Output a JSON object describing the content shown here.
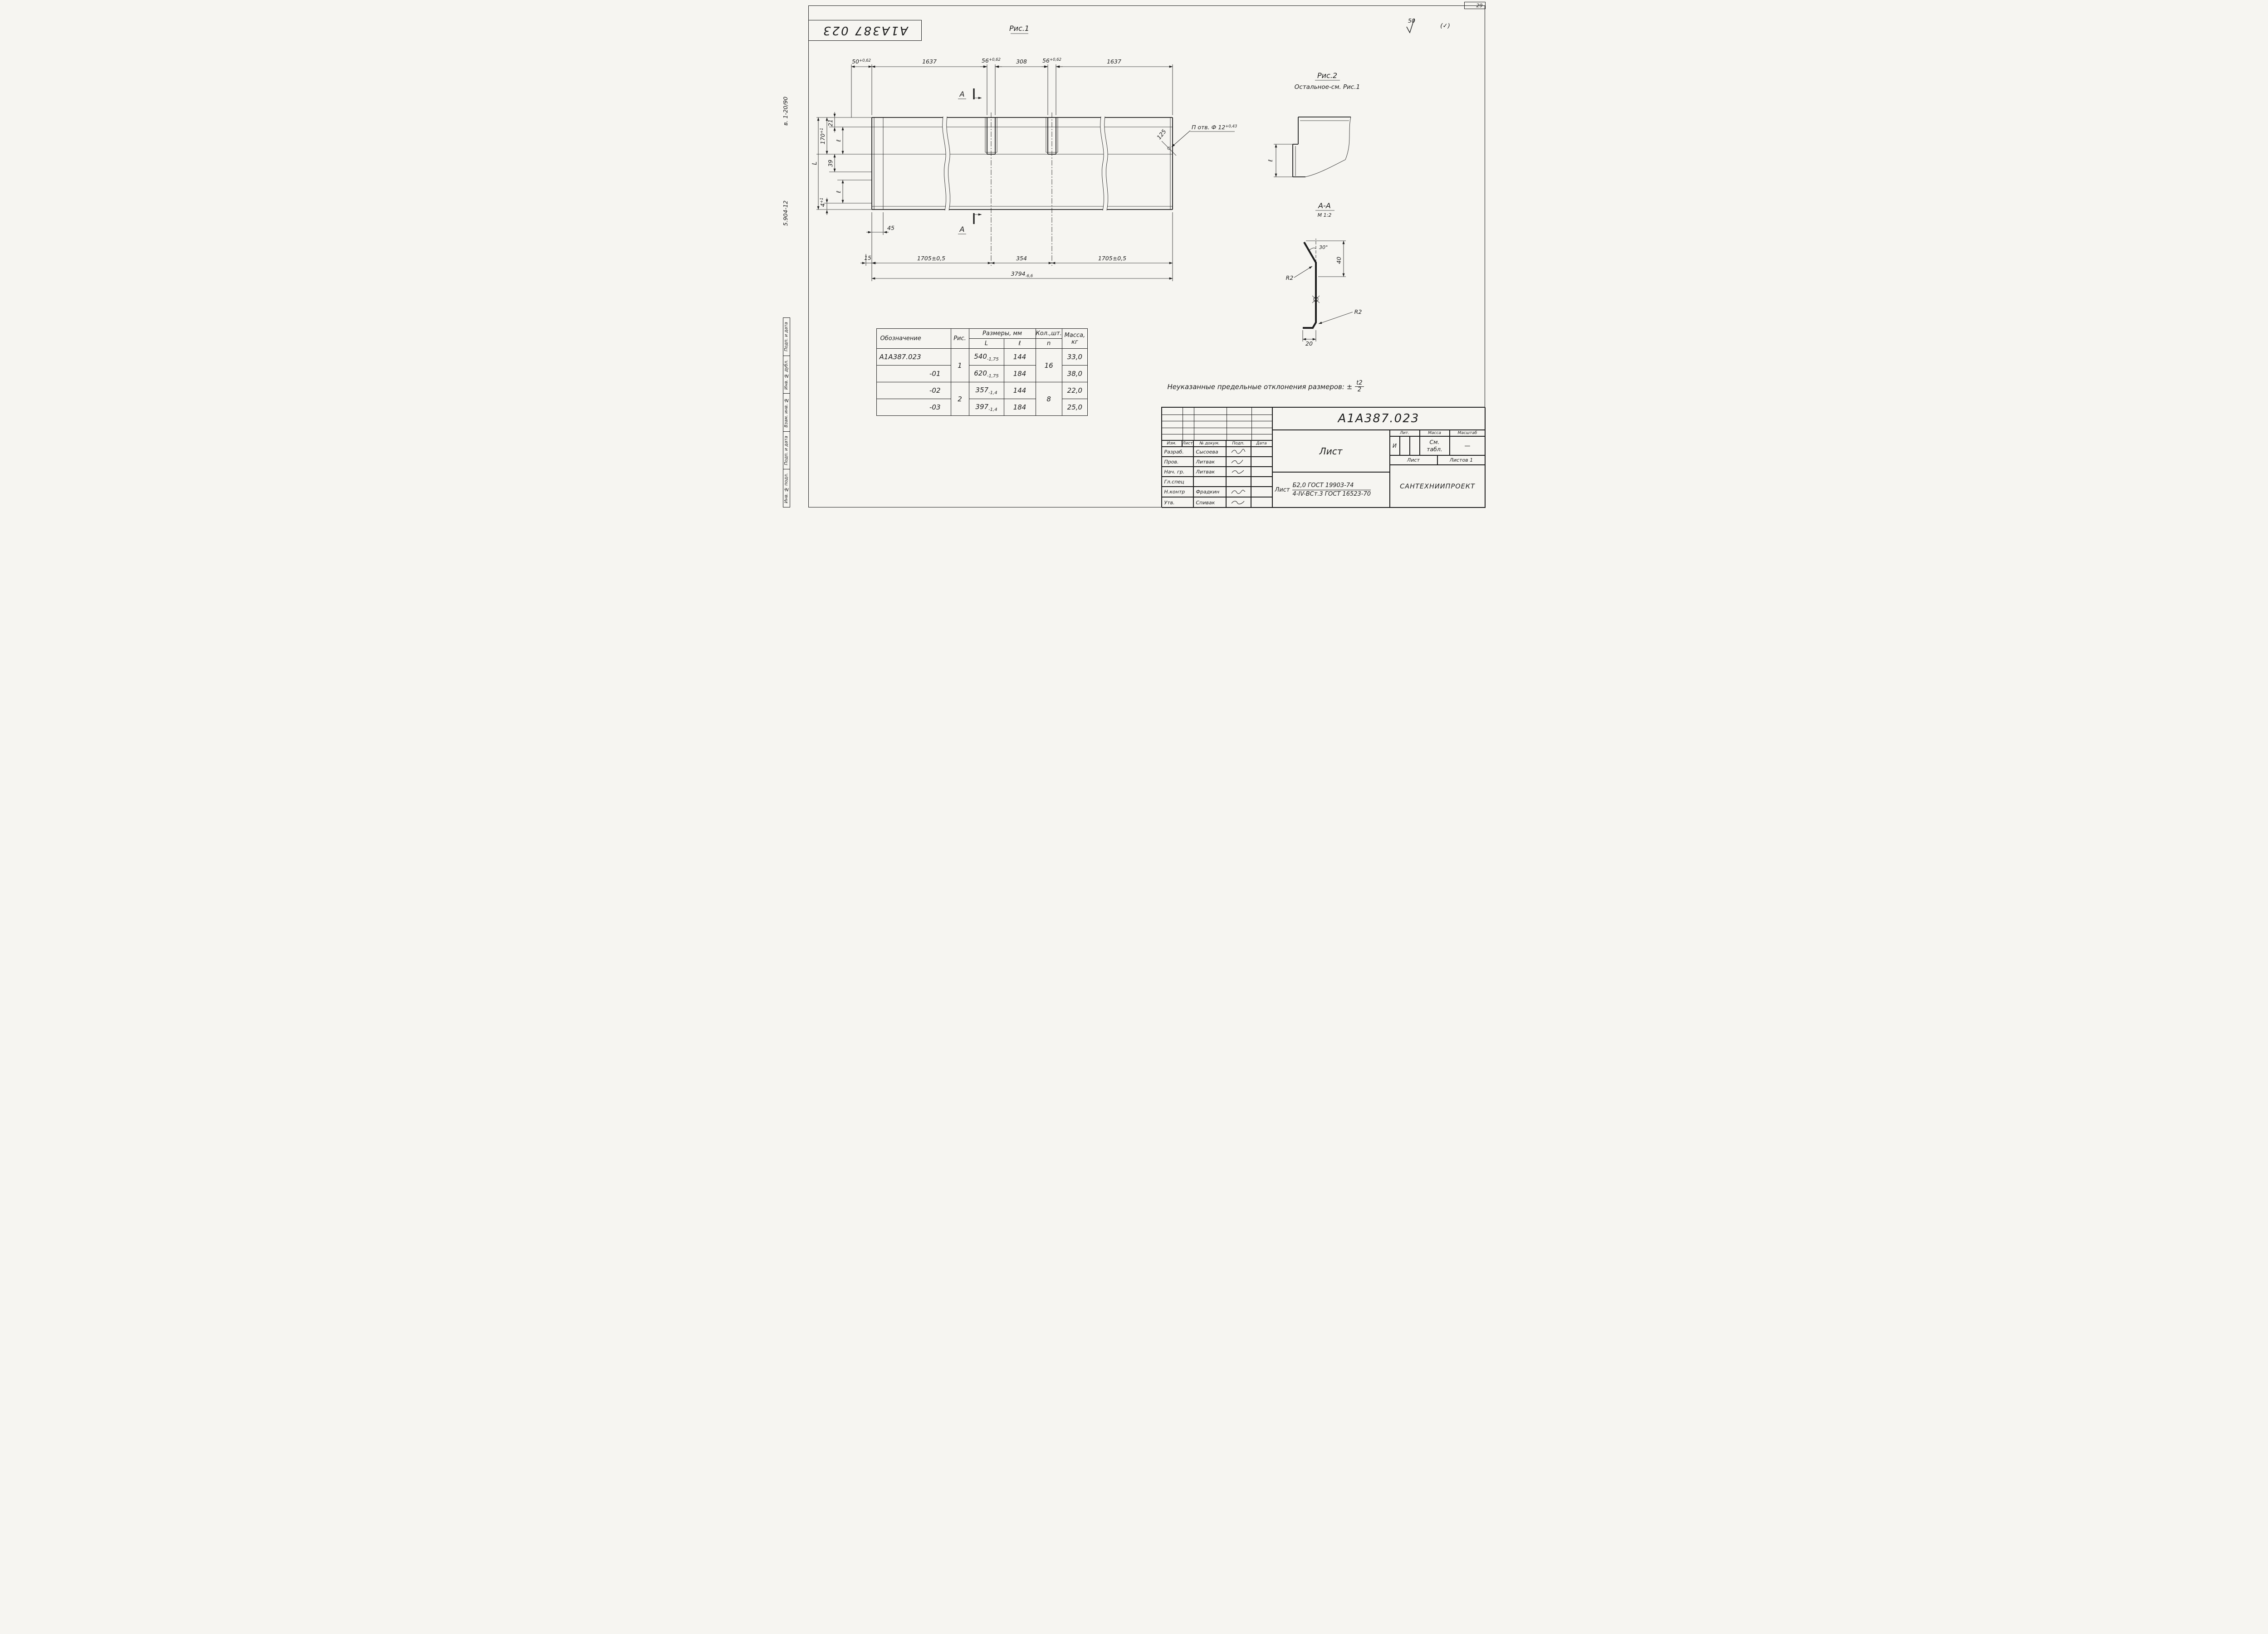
{
  "sheet": {
    "page_number": "29",
    "top_stamp": "А1А387 023",
    "roughness": "50",
    "roughness_bracket": "(✓)"
  },
  "margin": {
    "code_top": "в. 1-20/90",
    "code_mid": "5.904-12",
    "labels": [
      "Подп. и дата",
      "Инв. № дубл.",
      "Взам. инв. №",
      "Подп. и дата",
      "Инв. № подл."
    ]
  },
  "fig1": {
    "title": "Рис.1",
    "section_label": "А",
    "dim_50": "50",
    "dim_50_tol": "+0,62",
    "dim_1637_left": "1637",
    "dim_56_left": "56",
    "dim_56_left_tol": "+0,62",
    "dim_308": "308",
    "dim_56_right": "56",
    "dim_56_right_tol": "+0,62",
    "dim_1637_right": "1637",
    "dim_L": "L",
    "dim_170": "170",
    "dim_170_tol": "+1",
    "dim_21": "21",
    "dim_39": "39",
    "dim_l_upper": "ℓ",
    "dim_4": "4",
    "dim_4_tol": "+1",
    "dim_l_lower": "ℓ",
    "dim_45": "45",
    "dim_15": "15",
    "dim_1705_left": "1705±0,5",
    "dim_354": "354",
    "dim_1705_right": "1705±0,5",
    "dim_3794": "3794",
    "dim_3794_tol": "-6,6",
    "dim_125": "125",
    "hole_note": "П отв. Ф 12",
    "hole_note_tol": "+0,43"
  },
  "fig2": {
    "title": "Рис.2",
    "subtitle": "Остальное-см. Рис.1",
    "dim_l": "ℓ"
  },
  "aa": {
    "title": "А-А",
    "scale": "М 1:2",
    "dim_angle": "30°",
    "dim_40": "40",
    "r_left": "R2",
    "r_right": "R2",
    "dim_20": "20"
  },
  "note": {
    "text": "Неуказанные предельные отклонения размеров: ±",
    "frac_num": "t2",
    "frac_den": "2"
  },
  "table": {
    "headers": {
      "designation": "Обозначение",
      "fig": "Рис.",
      "sizes": "Размеры, мм",
      "L": "L",
      "el": "ℓ",
      "qty": "Кол.,шт.",
      "n": "n",
      "mass1": "Масса,",
      "mass2": "кг"
    },
    "fig_groups": [
      "1",
      "2"
    ],
    "qty_groups": [
      "16",
      "8"
    ],
    "rows": [
      {
        "des": "А1А387.023",
        "L": "540",
        "Lt": "-1,75",
        "el": "144",
        "mass": "33,0"
      },
      {
        "des": "-01",
        "L": "620",
        "Lt": "-1,75",
        "el": "184",
        "mass": "38,0"
      },
      {
        "des": "-02",
        "L": "357",
        "Lt": "-1,4",
        "el": "144",
        "mass": "22,0"
      },
      {
        "des": "-03",
        "L": "397",
        "Lt": "-1,4",
        "el": "184",
        "mass": "25,0"
      }
    ]
  },
  "tb": {
    "doc_number": "А1А387.023",
    "cols": [
      "Изм.",
      "Лист",
      "№ докум.",
      "Подп.",
      "Дата"
    ],
    "rows": [
      {
        "role": "Разраб.",
        "name": "Сысоева"
      },
      {
        "role": "Пров.",
        "name": "Литвак"
      },
      {
        "role": "Нач. гр.",
        "name": "Литвак"
      },
      {
        "role": "Гл.спец",
        "name": ""
      },
      {
        "role": "Н.контр",
        "name": "Фрадкин"
      },
      {
        "role": "Утв.",
        "name": "Спивак"
      }
    ],
    "title": "Лист",
    "mat_prefix": "Лист",
    "mat1": "Б2,0 ГОСТ 19903-74",
    "mat2": "4-IV-ВСт.3 ГОСТ 16523-70",
    "lit_label": "Лит.",
    "mass_label": "Масса",
    "scale_label": "Масштаб",
    "lit_value": "И",
    "mass_value1": "См.",
    "mass_value2": "табл.",
    "scale_value": "—",
    "sheet_label": "Лист",
    "sheets_value": "Листов 1",
    "org": "САНТЕХНИИПРОЕКТ"
  }
}
